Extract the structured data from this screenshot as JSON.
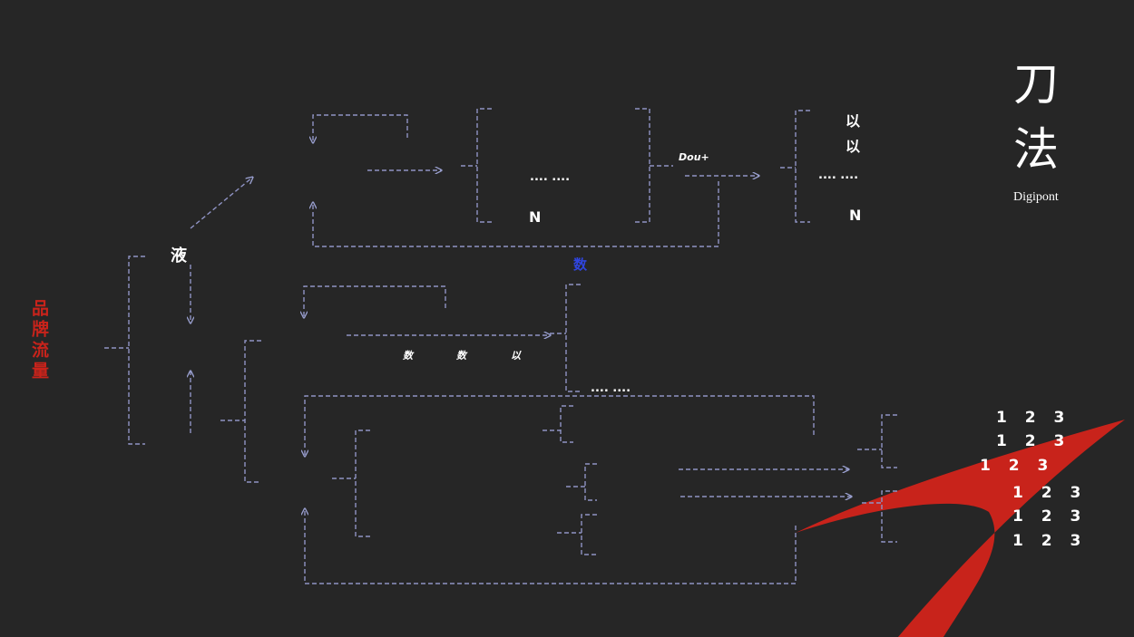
{
  "brand": {
    "title_char_1": "刀",
    "title_char_2": "法",
    "subtitle": "Digipont"
  },
  "left_label": "品牌流量",
  "labels": {
    "liquid": "液",
    "shu_blue": "数",
    "dou_plus": "Dou+",
    "yi_1": "以",
    "yi_2": "以",
    "dots_a": ".... ....",
    "dots_b": ".... ....",
    "dots_c": ".... ....",
    "n_1": "N",
    "n_2": "N",
    "mid_1": "数",
    "mid_2": "数",
    "mid_3": "以"
  },
  "number_rows": [
    [
      "1",
      "2",
      "3"
    ],
    [
      "1",
      "2",
      "3"
    ],
    [
      "1",
      "2",
      "3"
    ],
    [
      "1",
      "2",
      "3"
    ],
    [
      "1",
      "2",
      "3"
    ],
    [
      "1",
      "2",
      "3"
    ]
  ],
  "colors": {
    "background": "#262626",
    "line": "#8f93c4",
    "accent_red": "#c8231b",
    "accent_blue": "#2f45e0",
    "text": "#ffffff"
  }
}
